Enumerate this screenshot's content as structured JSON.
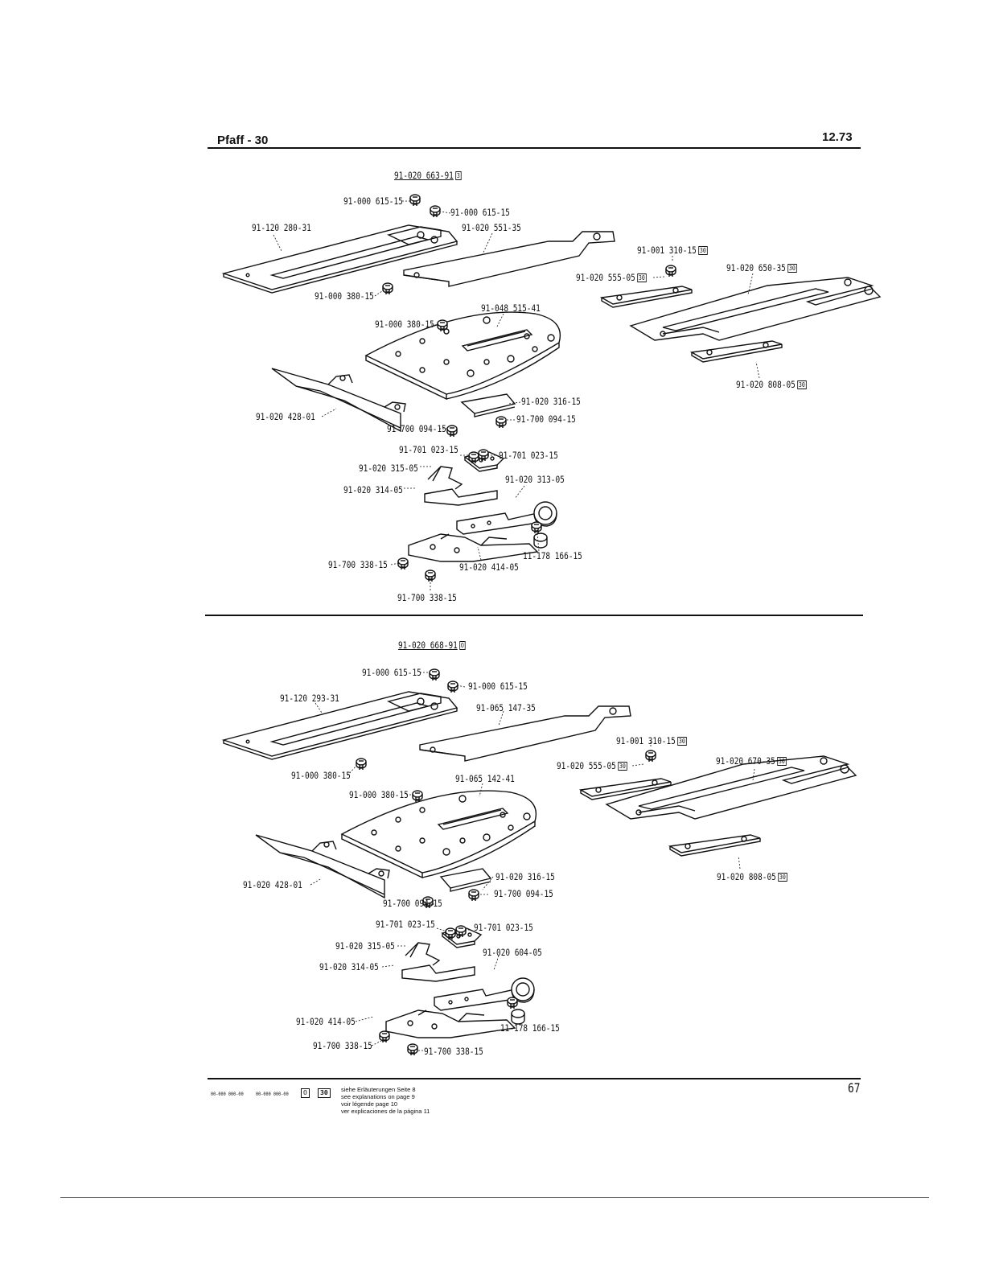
{
  "header": {
    "brand": "Pfaff - 30",
    "date": "12.73"
  },
  "page_number": "67",
  "sections": [
    {
      "assembly": {
        "part": "91-020 663-91",
        "tag": "3"
      },
      "labels": [
        {
          "part": "91-000 615-15",
          "tag": ""
        },
        {
          "part": "91-000 615-15",
          "tag": ""
        },
        {
          "part": "91-120 280-31",
          "tag": ""
        },
        {
          "part": "91-020 551-35",
          "tag": ""
        },
        {
          "part": "91-001 310-15",
          "tag": "30"
        },
        {
          "part": "91-020 555-05",
          "tag": "30"
        },
        {
          "part": "91-020 650-35",
          "tag": "30"
        },
        {
          "part": "91-000 380-15",
          "tag": ""
        },
        {
          "part": "91-048 515-41",
          "tag": ""
        },
        {
          "part": "91-000 380-15",
          "tag": ""
        },
        {
          "part": "91-020 808-05",
          "tag": "30"
        },
        {
          "part": "91-020 316-15",
          "tag": ""
        },
        {
          "part": "91-020 428-01",
          "tag": ""
        },
        {
          "part": "91-700 094-15",
          "tag": ""
        },
        {
          "part": "91-700 094-15",
          "tag": ""
        },
        {
          "part": "91-701 023-15",
          "tag": ""
        },
        {
          "part": "91-701 023-15",
          "tag": ""
        },
        {
          "part": "91-020 315-05",
          "tag": ""
        },
        {
          "part": "91-020 313-05",
          "tag": ""
        },
        {
          "part": "91-020 314-05",
          "tag": ""
        },
        {
          "part": "11-178 166-15",
          "tag": ""
        },
        {
          "part": "91-700 338-15",
          "tag": ""
        },
        {
          "part": "91-020 414-05",
          "tag": ""
        },
        {
          "part": "91-700 338-15",
          "tag": ""
        }
      ]
    },
    {
      "assembly": {
        "part": "91-020 668-91",
        "tag": "O"
      },
      "labels": [
        {
          "part": "91-000 615-15",
          "tag": ""
        },
        {
          "part": "91-000 615-15",
          "tag": ""
        },
        {
          "part": "91-120 293-31",
          "tag": ""
        },
        {
          "part": "91-065 147-35",
          "tag": ""
        },
        {
          "part": "91-001 310-15",
          "tag": "30"
        },
        {
          "part": "91-020 555-05",
          "tag": "30"
        },
        {
          "part": "91-020 670-35",
          "tag": "30"
        },
        {
          "part": "91-000 380-15",
          "tag": ""
        },
        {
          "part": "91-065 142-41",
          "tag": ""
        },
        {
          "part": "91-000 380-15",
          "tag": ""
        },
        {
          "part": "91-020 808-05",
          "tag": "30"
        },
        {
          "part": "91-020 428-01",
          "tag": ""
        },
        {
          "part": "91-020 316-15",
          "tag": ""
        },
        {
          "part": "91-700 094-15",
          "tag": ""
        },
        {
          "part": "91-700 094-15",
          "tag": ""
        },
        {
          "part": "91-701 023-15",
          "tag": ""
        },
        {
          "part": "91-701 023-15",
          "tag": ""
        },
        {
          "part": "91-020 315-05",
          "tag": ""
        },
        {
          "part": "91-020 604-05",
          "tag": ""
        },
        {
          "part": "91-020 314-05",
          "tag": ""
        },
        {
          "part": "91-020 414-05",
          "tag": ""
        },
        {
          "part": "11-178 166-15",
          "tag": ""
        },
        {
          "part": "91-700 338-15",
          "tag": ""
        },
        {
          "part": "91-700 338-15",
          "tag": ""
        }
      ]
    }
  ],
  "footer": {
    "codes": [
      "00-000 000-00",
      "00-000 000-00"
    ],
    "boxes": [
      "O",
      "30"
    ],
    "notes": [
      "siehe Erläuterungen Seite 8",
      "see explanations on page 9",
      "voir légende page 10",
      "ver explicaciones de la página 11"
    ]
  }
}
